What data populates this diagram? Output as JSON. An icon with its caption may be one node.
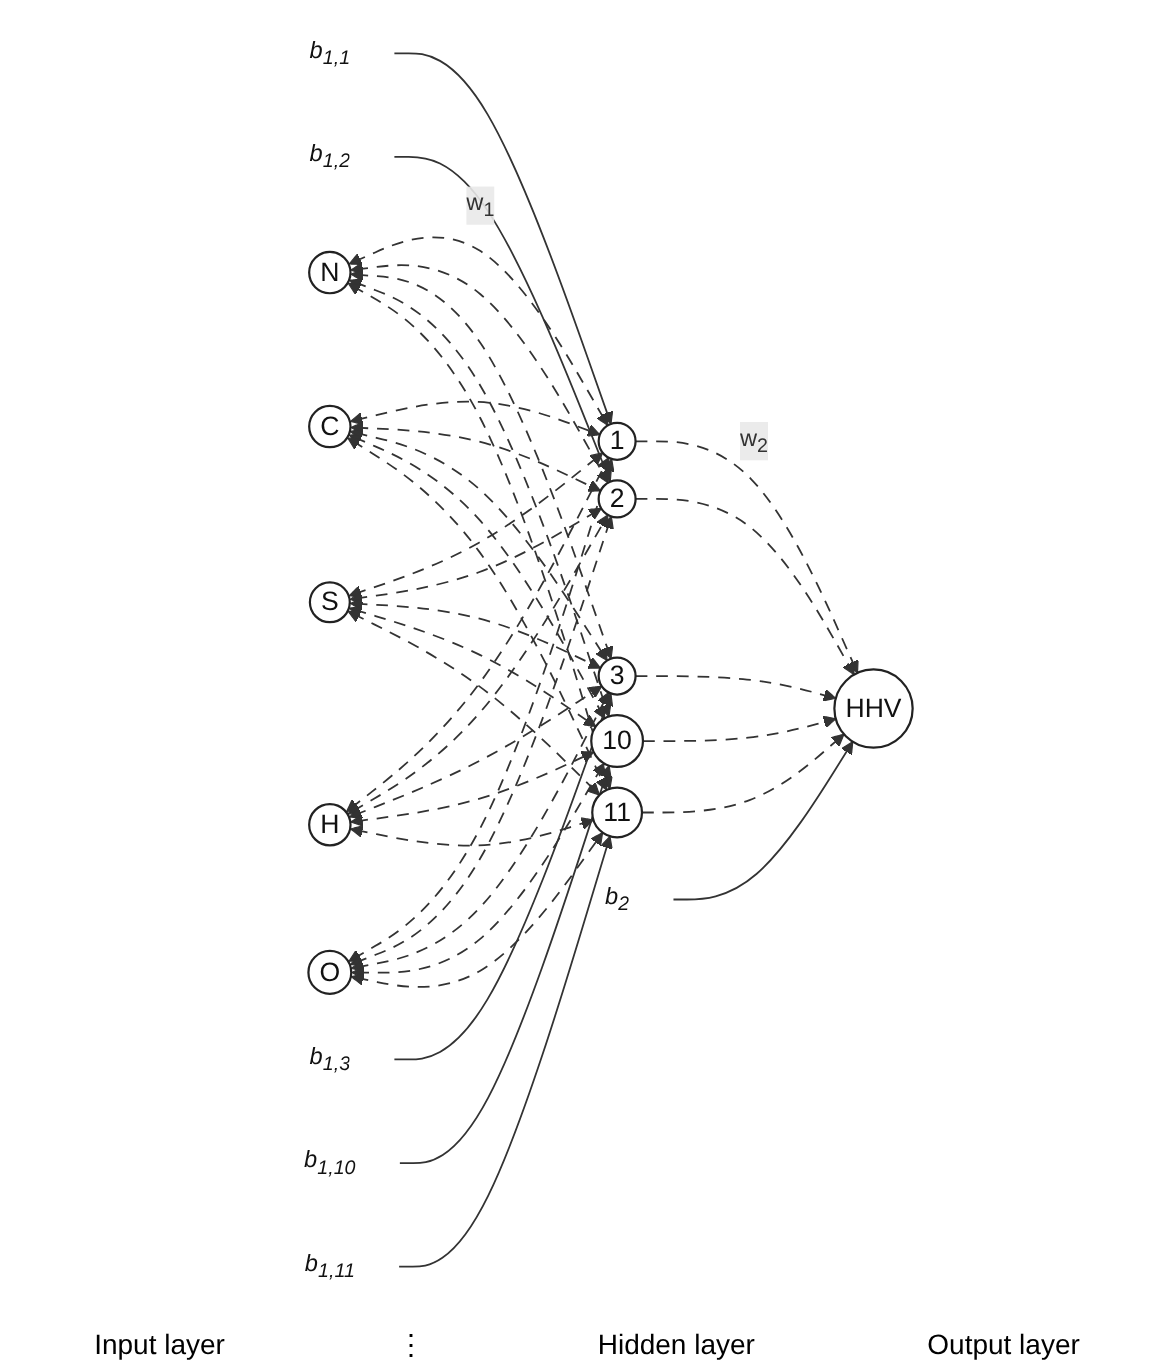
{
  "diagram": {
    "nodes": [
      {
        "text": [
          "N"
        ]
      },
      {
        "text": [
          "C"
        ]
      },
      {
        "text": [
          "S"
        ]
      },
      {
        "text": [
          "H"
        ]
      },
      {
        "text": [
          "O"
        ]
      },
      {
        "text": [
          "1"
        ]
      },
      {
        "text": [
          "2"
        ]
      },
      {
        "text": [
          "3"
        ]
      },
      {
        "text": [
          "10"
        ]
      },
      {
        "text": [
          "11"
        ]
      },
      {
        "text": [
          "HHV"
        ]
      },
      {
        "text": [
          "b$_{1,1}$"
        ]
      },
      {
        "text": [
          "b$_{1,2}$"
        ]
      },
      {
        "text": [
          "b$_{1,3}$"
        ]
      },
      {
        "text": [
          "b$_{1,10}$"
        ]
      },
      {
        "text": [
          "b$_{1,11}$"
        ]
      },
      {
        "text": [
          "b$_{2}$"
        ]
      }
    ],
    "edges": [
      {
        "from": 0,
        "to": 5,
        "arrow": "both",
        "style": "dashed",
        "label": "w$_{1}$"
      },
      {
        "from": 0,
        "to": 6,
        "arrow": "both",
        "style": "dashed"
      },
      {
        "from": 0,
        "to": 7,
        "arrow": "both",
        "style": "dashed"
      },
      {
        "from": 0,
        "to": 8,
        "arrow": "both",
        "style": "dashed"
      },
      {
        "from": 0,
        "to": 9,
        "arrow": "both",
        "style": "dashed"
      },
      {
        "from": 1,
        "to": 5,
        "arrow": "both",
        "style": "dashed"
      },
      {
        "from": 1,
        "to": 6,
        "arrow": "both",
        "style": "dashed"
      },
      {
        "from": 1,
        "to": 7,
        "arrow": "both",
        "style": "dashed"
      },
      {
        "from": 1,
        "to": 8,
        "arrow": "both",
        "style": "dashed"
      },
      {
        "from": 1,
        "to": 9,
        "arrow": "both",
        "style": "dashed"
      },
      {
        "from": 2,
        "to": 5,
        "arrow": "both",
        "style": "dashed"
      },
      {
        "from": 2,
        "to": 6,
        "arrow": "both",
        "style": "dashed"
      },
      {
        "from": 2,
        "to": 7,
        "arrow": "both",
        "style": "dashed"
      },
      {
        "from": 2,
        "to": 8,
        "arrow": "both",
        "style": "dashed"
      },
      {
        "from": 2,
        "to": 9,
        "arrow": "both",
        "style": "dashed"
      },
      {
        "from": 3,
        "to": 5,
        "arrow": "both",
        "style": "dashed"
      },
      {
        "from": 3,
        "to": 6,
        "arrow": "both",
        "style": "dashed"
      },
      {
        "from": 3,
        "to": 7,
        "arrow": "both",
        "style": "dashed"
      },
      {
        "from": 3,
        "to": 8,
        "arrow": "both",
        "style": "dashed"
      },
      {
        "from": 3,
        "to": 9,
        "arrow": "both",
        "style": "dashed"
      },
      {
        "from": 4,
        "to": 5,
        "arrow": "both",
        "style": "dashed"
      },
      {
        "from": 4,
        "to": 6,
        "arrow": "both",
        "style": "dashed"
      },
      {
        "from": 4,
        "to": 7,
        "arrow": "both",
        "style": "dashed"
      },
      {
        "from": 4,
        "to": 8,
        "arrow": "both",
        "style": "dashed"
      },
      {
        "from": 4,
        "to": 9,
        "arrow": "both",
        "style": "dashed"
      },
      {
        "from": 5,
        "to": 10,
        "arrow": "to",
        "style": "dashed",
        "label": "w$_{2}$"
      },
      {
        "from": 6,
        "to": 10,
        "arrow": "to",
        "style": "dashed"
      },
      {
        "from": 7,
        "to": 10,
        "arrow": "to",
        "style": "dashed"
      },
      {
        "from": 8,
        "to": 10,
        "arrow": "to",
        "style": "dashed"
      },
      {
        "from": 9,
        "to": 10,
        "arrow": "to",
        "style": "dashed"
      },
      {
        "from": 11,
        "to": 5,
        "arrow": "to"
      },
      {
        "from": 12,
        "to": 6,
        "arrow": "to"
      },
      {
        "from": 13,
        "to": 7,
        "arrow": "to"
      },
      {
        "from": 14,
        "to": 8,
        "arrow": "to"
      },
      {
        "from": 15,
        "to": 9,
        "arrow": "to"
      },
      {
        "from": 16,
        "to": 10,
        "arrow": "to"
      }
    ],
    "labels": [
      "Input layer",
      "⋮",
      "Hidden layer",
      "Output layer"
    ]
  }
}
